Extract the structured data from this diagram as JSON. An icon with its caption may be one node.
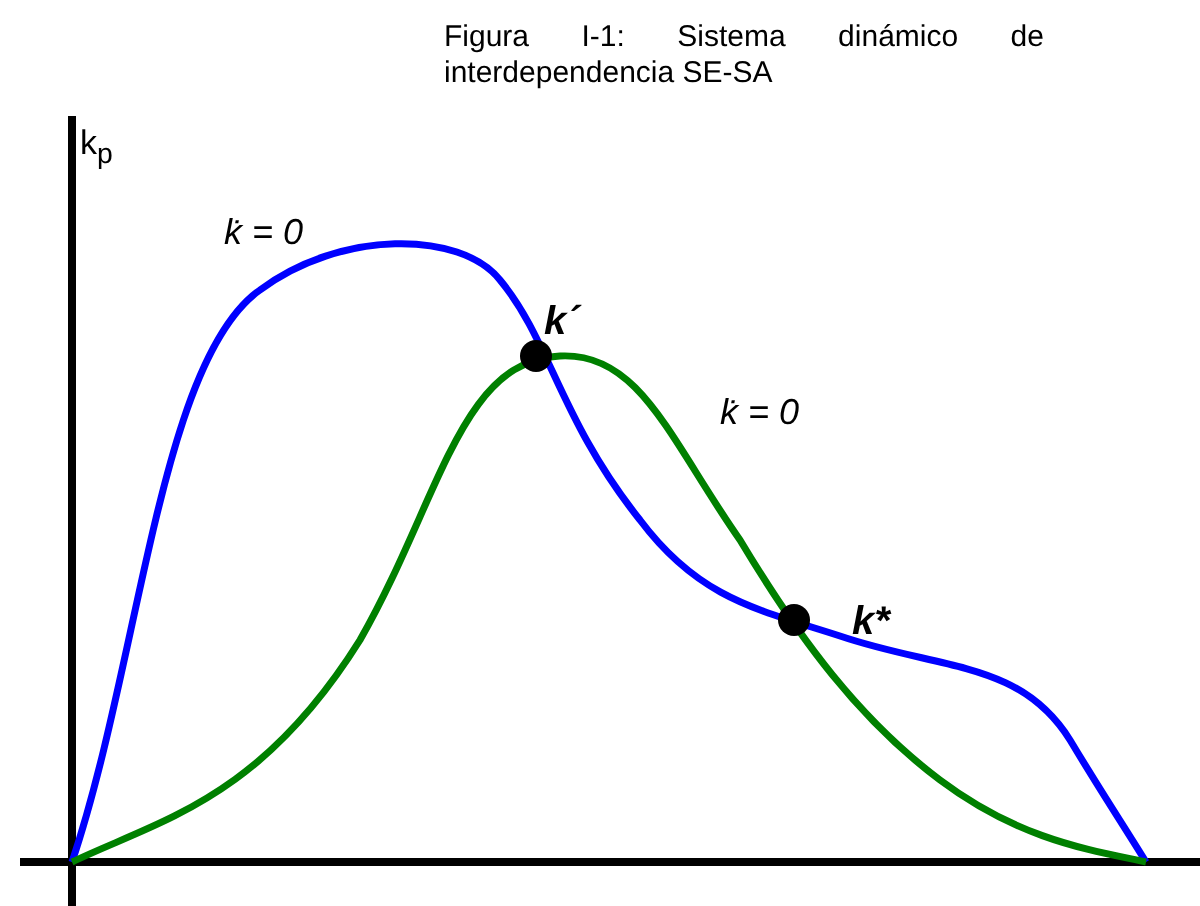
{
  "diagram": {
    "title": "Figura I-1: Sistema dinámico de interdependencia SE-SA",
    "labels": [
      "k$_{p}$",
      "k̇ = 0",
      "k̇ = 0",
      "k´",
      "k*"
    ]
  }
}
